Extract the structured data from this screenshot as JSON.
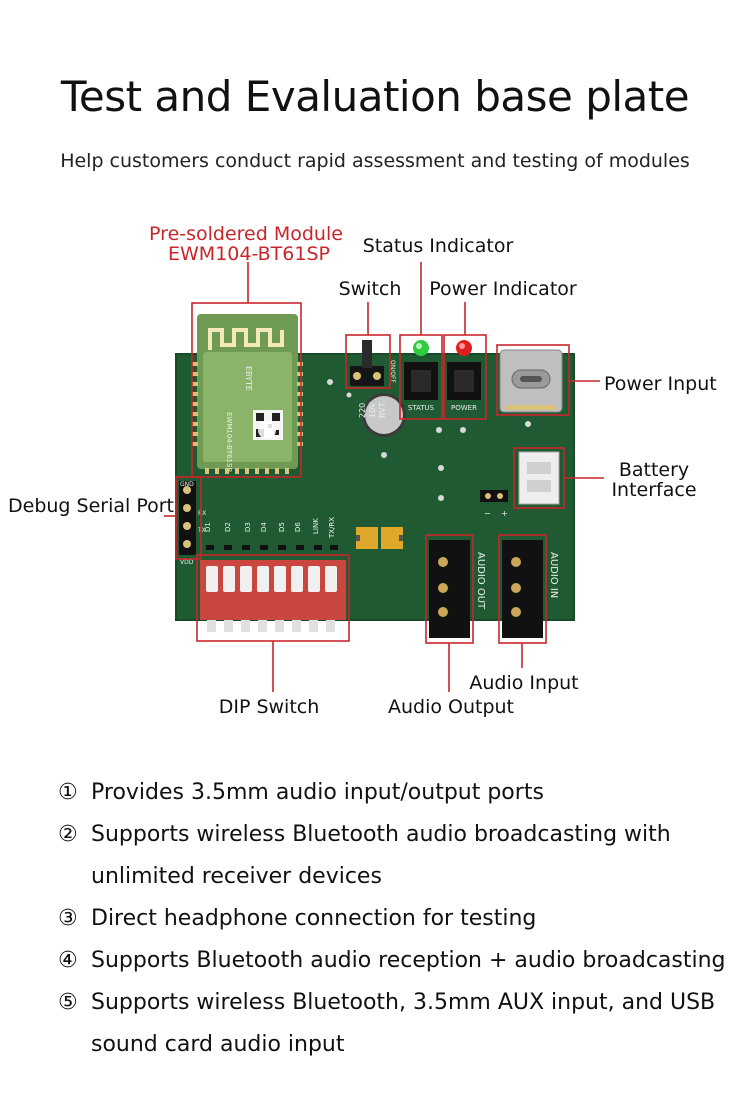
{
  "header": {
    "title": "Test and Evaluation base plate",
    "subtitle": "Help customers conduct rapid assessment and testing of modules"
  },
  "callouts": {
    "module_line1": "Pre-soldered Module",
    "module_line2": "EWM104-BT61SP",
    "status_indicator": "Status Indicator",
    "switch": "Switch",
    "power_indicator": "Power Indicator",
    "power_input": "Power Input",
    "battery_line1": "Battery",
    "battery_line2": "Interface",
    "debug_serial_port": "Debug Serial Port",
    "dip_switch": "DIP Switch",
    "audio_input": "Audio Input",
    "audio_output": "Audio Output"
  },
  "board_silkscreen": {
    "gnd": "GND",
    "rx": "RX",
    "tx": "TX",
    "vdd": "VDD",
    "d1": "D1",
    "d2": "D2",
    "d3": "D3",
    "d4": "D4",
    "d5": "D5",
    "d6": "D6",
    "link": "LINK",
    "txrx": "TX/RX",
    "status": "STATUS",
    "power": "POWER",
    "onoff": "ON/OFF",
    "audio_out": "AUDIO OUT",
    "audio_in": "AUDIO IN",
    "cap_1": "220",
    "cap_2": "10V",
    "cap_3": "RVT",
    "module_brand": "EBYTE",
    "module_model": "EWM104-BT61SP",
    "minus": "−",
    "plus": "+"
  },
  "features": [
    {
      "num": "①",
      "text": "Provides 3.5mm audio input/output ports"
    },
    {
      "num": "②",
      "text": "Supports wireless Bluetooth audio broadcasting with unlimited receiver devices"
    },
    {
      "num": "③",
      "text": "Direct headphone connection for testing"
    },
    {
      "num": "④",
      "text": "Supports Bluetooth audio reception + audio broadcasting"
    },
    {
      "num": "⑤",
      "text": "Supports wireless Bluetooth, 3.5mm AUX input, and USB sound card audio input"
    }
  ],
  "colors": {
    "board": "#1f5a32",
    "callout_red": "#c9262b",
    "led_green": "#2ecc40",
    "led_red": "#e02020",
    "dip_red": "#c9473f"
  }
}
